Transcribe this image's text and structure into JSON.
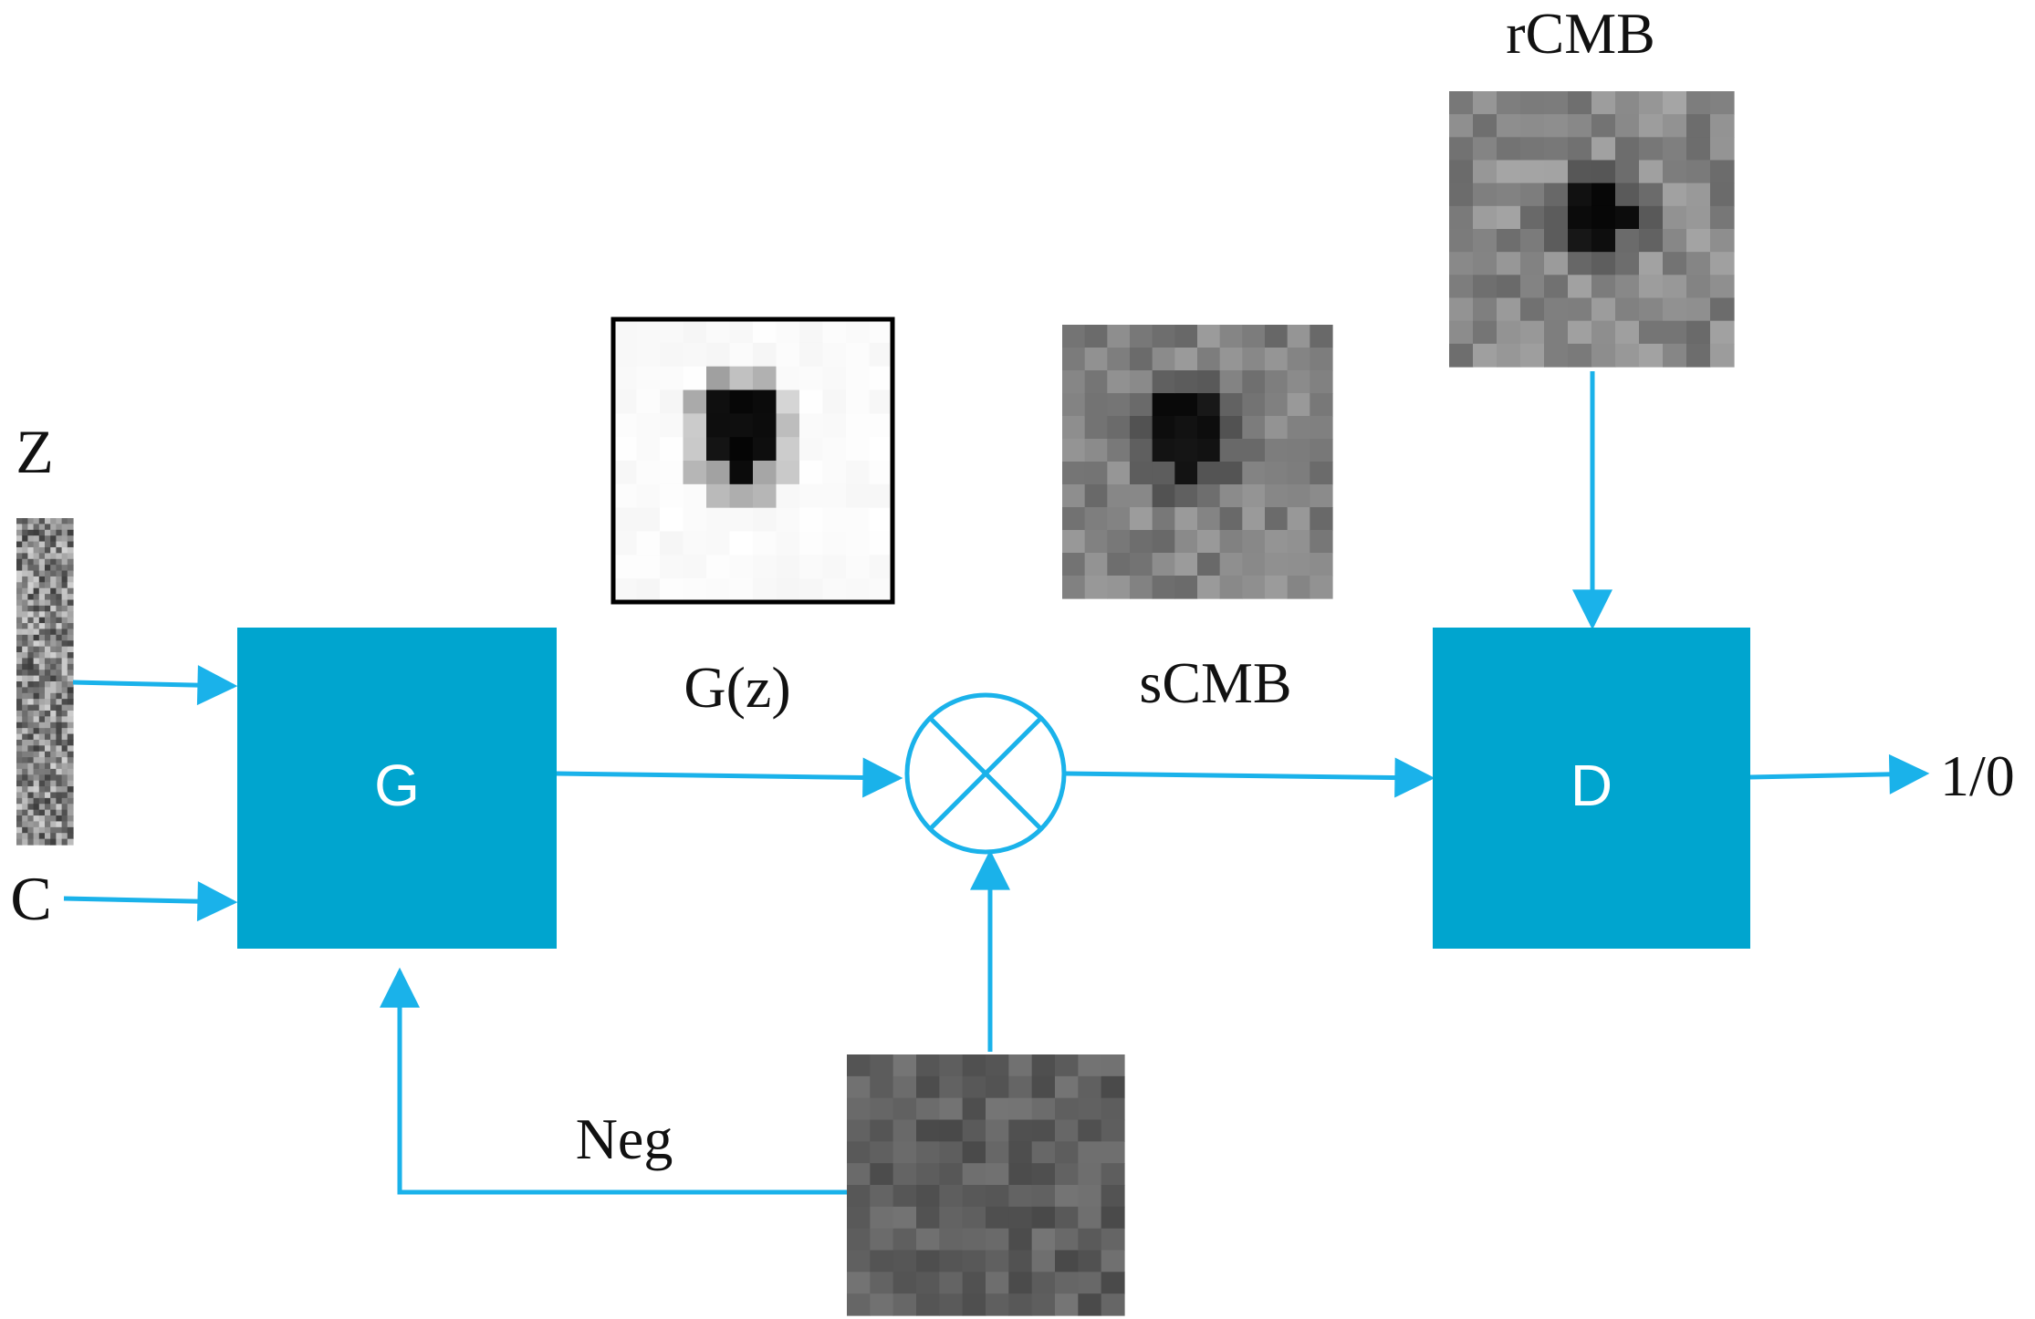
{
  "colors": {
    "accent": "#00a5cf",
    "arrow": "#1ab2ea",
    "label": "#111111",
    "block_text": "#ffffff"
  },
  "labels": {
    "z": "Z",
    "c": "C",
    "gz": "G(z)",
    "scmb": "sCMB",
    "rcmb": "rCMB",
    "neg": "Neg",
    "output": "1/0"
  },
  "blocks": {
    "generator": "G",
    "discriminator": "D"
  },
  "operator": {
    "symbol": "multiply-circle"
  },
  "images": {
    "noise_vector": "noise-image",
    "generated_patch": "generated-cmb-patch",
    "synthetic_patch": "synthetic-cmb-patch",
    "real_patch": "real-cmb-patch",
    "negative_patch": "negative-background-patch"
  }
}
